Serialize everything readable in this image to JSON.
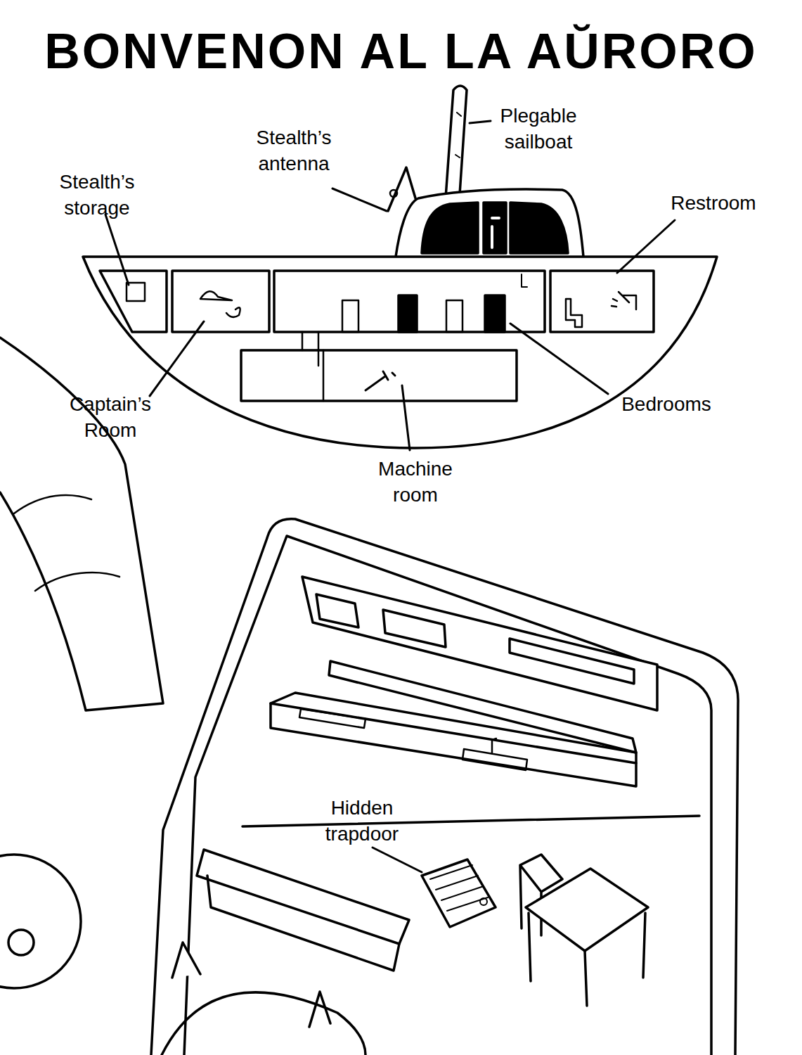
{
  "diagram": {
    "title": "BONVENON AL LA AŬRORO",
    "labels": [
      "Plegable sailboat",
      "Stealth’s antenna",
      "Stealth’s storage",
      "Restroom",
      "Captain’s Room",
      "Bedrooms",
      "Machine room",
      "Hidden trapdoor"
    ]
  }
}
